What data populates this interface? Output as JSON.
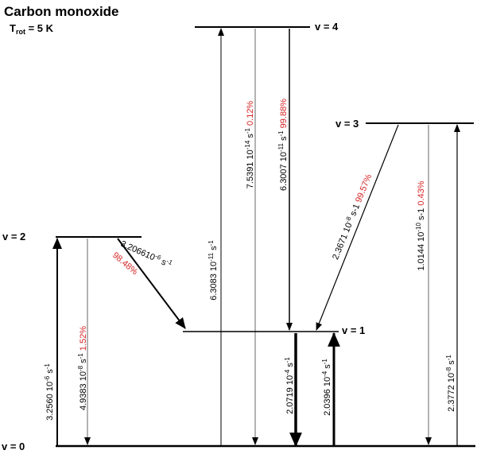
{
  "title": "Carbon monoxide",
  "subtitle": {
    "prefix": "T",
    "sub": "rot",
    "suffix": " = 5 K"
  },
  "levels": [
    {
      "id": "v0",
      "label": "v = 0"
    },
    {
      "id": "v1",
      "label": "v = 1"
    },
    {
      "id": "v2",
      "label": "v = 2"
    },
    {
      "id": "v3",
      "label": "v = 3"
    },
    {
      "id": "v4",
      "label": "v = 4"
    }
  ],
  "transitions": [
    {
      "id": "up-0-2",
      "from": "v = 0",
      "to": "v = 2",
      "base": "3.2560 10",
      "exp": "-6",
      "tail": " s",
      "unit_exp": "-1",
      "percent": ""
    },
    {
      "id": "down-2-0",
      "from": "v = 2",
      "to": "v = 0",
      "base": "4.9383 10",
      "exp": "-8",
      "tail": " s",
      "unit_exp": "-1",
      "percent": " 1.52%"
    },
    {
      "id": "down-2-1",
      "from": "v = 2",
      "to": "v = 1",
      "base": "3.206610",
      "exp": "-6",
      "tail": " s",
      "unit_exp": "-1",
      "percent": "98.48%"
    },
    {
      "id": "up-0-4",
      "from": "v = 0",
      "to": "v = 4",
      "base": "6.3083 10",
      "exp": "-11",
      "tail": " s",
      "unit_exp": "-1",
      "percent": ""
    },
    {
      "id": "down-4-0",
      "from": "v = 4",
      "to": "v = 0",
      "base": "7.5391 10",
      "exp": "-14",
      "tail": " s",
      "unit_exp": "-1",
      "percent": " 0.12%"
    },
    {
      "id": "down-4-1",
      "from": "v = 4",
      "to": "v = 1",
      "base": "6.3007 10",
      "exp": "-11",
      "tail": " s",
      "unit_exp": "-1",
      "percent": " 99.88%"
    },
    {
      "id": "down-1-0",
      "from": "v = 1",
      "to": "v = 0",
      "base": "2.0719 10",
      "exp": "-4",
      "tail": " s",
      "unit_exp": "-1",
      "percent": ""
    },
    {
      "id": "up-0-1",
      "from": "v = 0",
      "to": "v = 1",
      "base": "2.0396 10",
      "exp": "-4",
      "tail": " s",
      "unit_exp": "-1",
      "percent": ""
    },
    {
      "id": "down-3-1",
      "from": "v = 3",
      "to": "v = 1",
      "base": "2.3671 10",
      "exp": "-8",
      "tail": " s-1",
      "unit_exp": "",
      "percent": " 99.57%"
    },
    {
      "id": "down-3-0",
      "from": "v = 3",
      "to": "v = 0",
      "base": "1.0144 10",
      "exp": "-10",
      "tail": " s-1",
      "unit_exp": "",
      "percent": " 0.43%"
    },
    {
      "id": "up-0-3",
      "from": "v = 0",
      "to": "v = 3",
      "base": "2.3772 10",
      "exp": "-8",
      "tail": " s",
      "unit_exp": "-1",
      "percent": ""
    }
  ]
}
